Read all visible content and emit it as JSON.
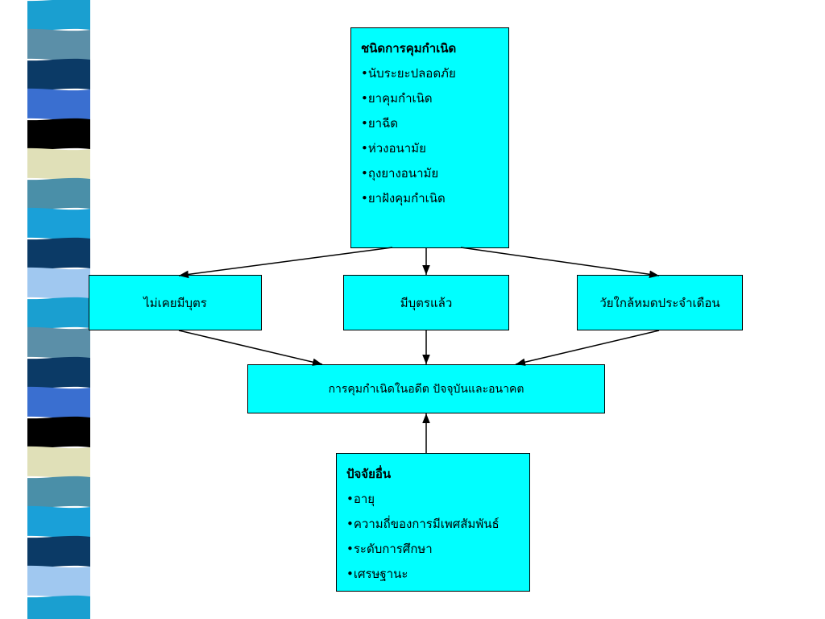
{
  "methods": {
    "title": "ชนิดการคุมกำเนิด",
    "items": [
      "นับระยะปลอดภัย",
      "ยาคุมกำเนิด",
      "ยาฉีด",
      "ห่วงอนามัย",
      "ถุงยางอนามัย",
      "ยาฝังคุมกำเนิด"
    ]
  },
  "groups": {
    "left": "ไม่เคยมีบุตร",
    "middle": "มีบุตรแล้ว",
    "right": "วัยใกล้หมดประจำเดือน"
  },
  "outcome": "การคุมกำเนิดในอดีต ปัจจุบันและอนาคต",
  "factors": {
    "title": "ปัจจัยอื่น",
    "items": [
      "อายุ",
      "ความถี่ของการมีเพศสัมพันธ์",
      "ระดับการศึกษา",
      "เศรษฐานะ"
    ]
  },
  "colors": {
    "box_fill": "#00ffff",
    "stripes": [
      "#1a9fd0",
      "#5b8fa8",
      "#0b3a66",
      "#3a6fd0",
      "#000000",
      "#e0e0b8",
      "#4a8fa8",
      "#1aa0d8",
      "#0b3a66",
      "#a0c8f0"
    ]
  }
}
